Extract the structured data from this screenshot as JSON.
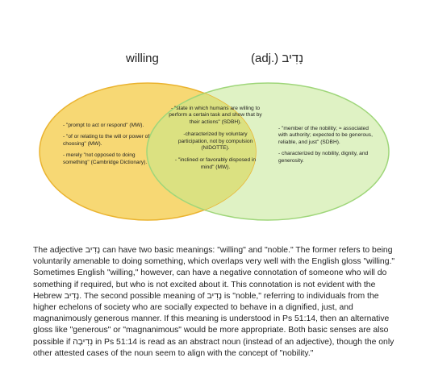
{
  "diagram": {
    "left_title": "willing",
    "right_title": "(adj.) נָדִיב",
    "colors": {
      "left_fill": "#f7d874",
      "left_stroke": "#eab32f",
      "right_fill": "#dff2c4",
      "right_stroke": "#9fd67a",
      "overlap_fill": "#dbe181"
    },
    "left_items": [
      "- \"prompt to act or respond\" (MW).",
      "- \"of or relating to the will or power of choosing\" (MW).",
      "- merely \"not opposed to doing something\" (Cambridge Dictionary)."
    ],
    "overlap_items": [
      "- \"state in which humans are willing to perform a certain task and show that by their actions\" (SDBH).",
      "-characterized by voluntary participation, not by compulsion (NIDOTTE).",
      "- \"inclined or favorably disposed in mind\" (MW)."
    ],
    "right_items": [
      "- \"member of the nobility; ≈ associated with authority; expected to be generous, reliable, and just\" (SDBH).",
      "- characterized by nobility, dignity, and generosity."
    ]
  },
  "paragraph": "The adjective נָדִיב can have two basic meanings: \"willing\" and \"noble.\" The former refers to being voluntarily amenable to doing something, which overlaps very well with the English gloss \"willing.\" Sometimes English \"willing,\" however, can have a negative connotation of someone who will do something if required, but who is not excited about it. This connotation is not evident with the Hebrew נָדִיב. The second possible meaning of נָדִיב is \"noble,\" referring to individuals from the higher echelons of society who are socially expected to behave in a dignified, just, and magnanimously generous manner. If this meaning is understood in Ps 51:14, then an alternative gloss like \"generous\" or \"magnanimous\" would be more appropriate. Both basic senses are also possible if נְדִיבָה in Ps 51:14 is read as an abstract noun (instead of an adjective), though the only other attested cases of the noun seem to align with the concept of \"nobility.\""
}
